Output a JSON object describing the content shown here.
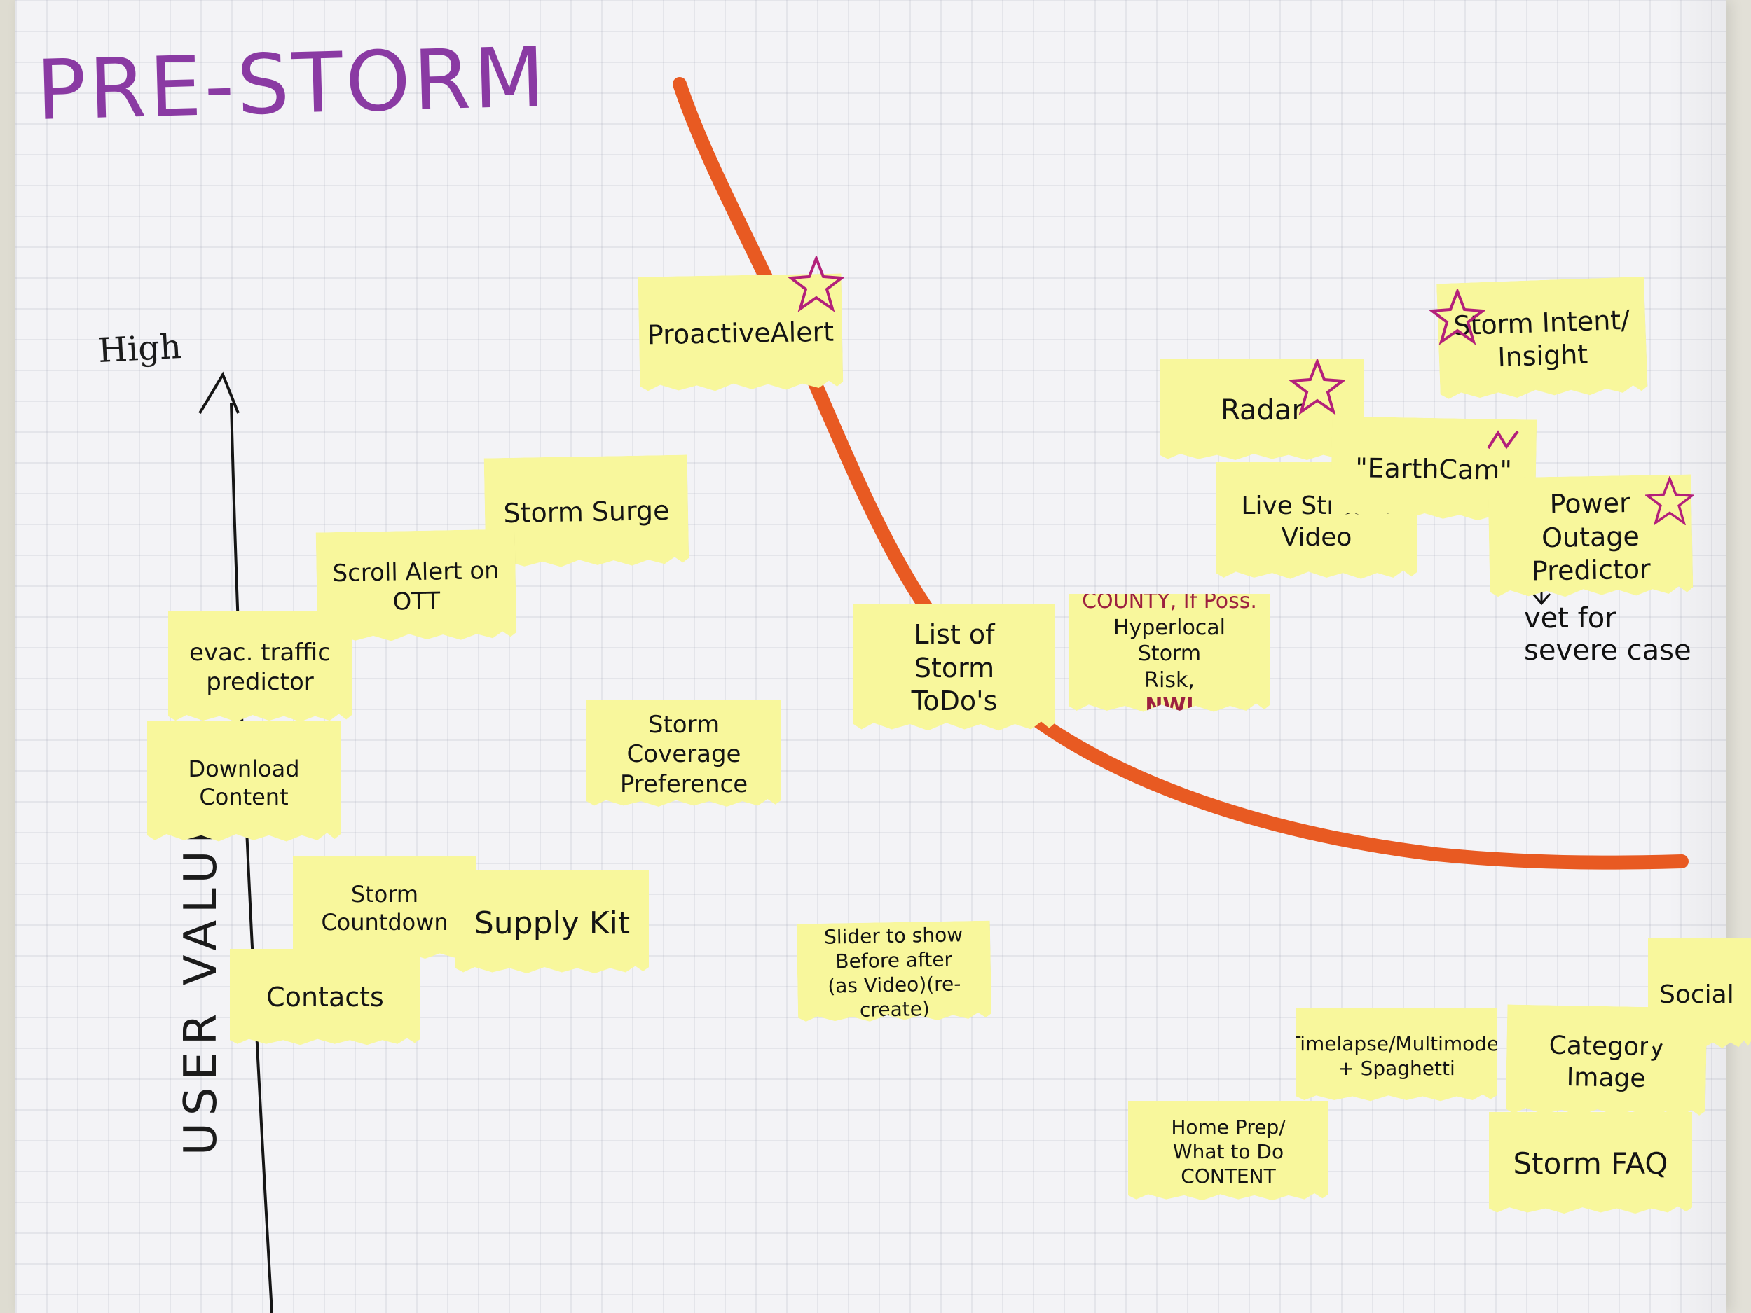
{
  "title": "PRE-STORM",
  "axis": {
    "high": "High",
    "label": "USER VALUE"
  },
  "notes": {
    "proactive_alert": "ProactiveAlert",
    "storm_intent": "Storm Intent/\nInsight",
    "radar": "Radar",
    "earthcam": "\"EarthCam\"",
    "livestream": "Live Stream\nVideo",
    "power_outage": "Power Outage\nPredictor",
    "storm_surge": "Storm Surge",
    "scroll_alert": "Scroll Alert on\nOTT",
    "evac": "evac. traffic\npredictor",
    "download": "Download\nContent",
    "list_todos": "List of\nStorm\nToDo's",
    "county_top": "COUNTY, If Poss.",
    "county_body": "Hyperlocal Storm\nRisk,",
    "county_tag": "NWI",
    "coverage": "Storm Coverage\nPreference",
    "countdown": "Storm Countdown",
    "supply": "Supply Kit",
    "contacts": "Contacts",
    "slider": "Slider to show\nBefore after\n(as Video)(re-create)",
    "timelapse": "Timelapse/Multimodel\n+ Spaghetti",
    "category": "Category Image",
    "social": "Social",
    "home_prep": "Home Prep/\nWhat to Do\nCONTENT",
    "storm_faq": "Storm FAQ"
  },
  "annotation": {
    "vet": "vet for\nsevere case"
  },
  "colors": {
    "curve": "#e85a22",
    "title": "#8a3aa3",
    "note": "#f8f79c",
    "star": "#b3207a"
  }
}
